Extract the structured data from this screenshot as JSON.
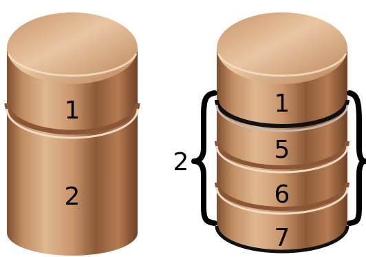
{
  "colors": {
    "body_dark": "#7f4e2e",
    "body_mid": "#b07a52",
    "body_light": "#d8ab82",
    "top_light": "#e8c29c",
    "top_dark": "#bf8a60",
    "groove_dark": "#8a5637",
    "groove_light": "#f1dbc5",
    "bracket": "#000000"
  },
  "left_drum": {
    "sections": [
      {
        "label": "1"
      },
      {
        "label": "2"
      }
    ]
  },
  "right_drum": {
    "sections": [
      {
        "label": "1"
      },
      {
        "label": "5"
      },
      {
        "label": "6"
      },
      {
        "label": "7"
      }
    ],
    "bracket_label": "2"
  }
}
